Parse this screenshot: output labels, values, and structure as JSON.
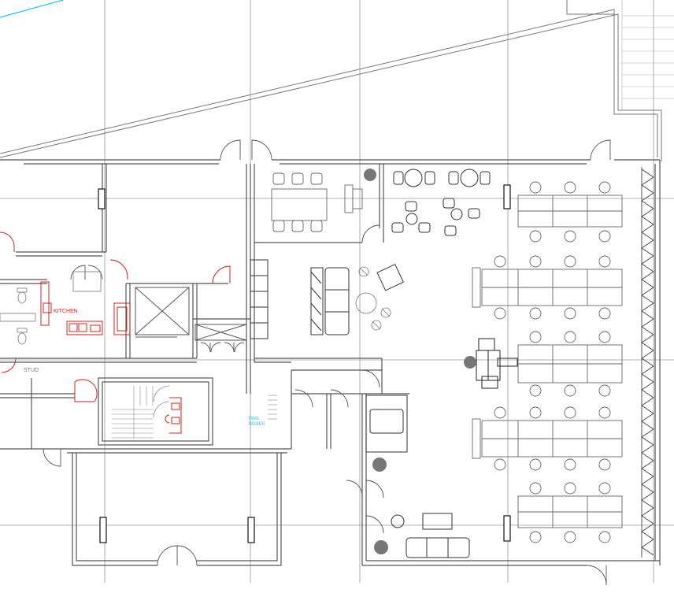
{
  "labels": {
    "kitchen": "KITCHEN",
    "mail_line1": "MAIL",
    "mail_line2": "BOXES",
    "stud": "STUD"
  },
  "colors": {
    "wall": "#555555",
    "grid": "#9a9a9a",
    "furniture": "#666666",
    "red": "#d42020",
    "cyan": "#1ec8e0",
    "plant": "#777777"
  }
}
